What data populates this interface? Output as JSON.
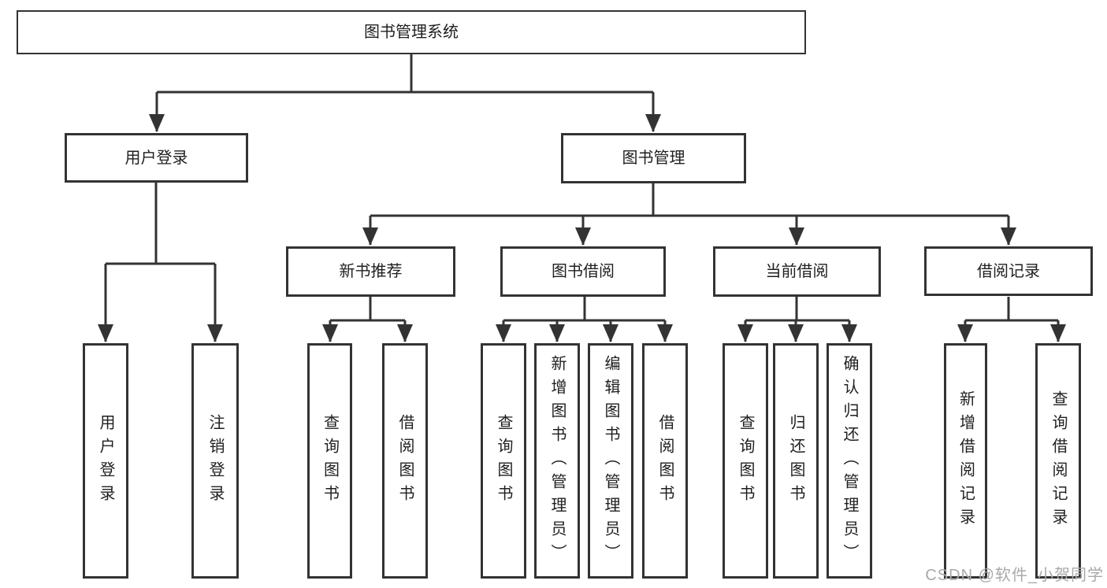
{
  "diagram_title": "图书管理系统",
  "nodes": {
    "root": {
      "label": "图书管理系统"
    },
    "level2": [
      {
        "label": "用户登录"
      },
      {
        "label": "图书管理"
      }
    ],
    "level3": [
      {
        "label": "新书推荐",
        "parent": "图书管理"
      },
      {
        "label": "图书借阅",
        "parent": "图书管理"
      },
      {
        "label": "当前借阅",
        "parent": "图书管理"
      },
      {
        "label": "借阅记录",
        "parent": "图书管理"
      }
    ],
    "leaves": [
      {
        "label": "用户登录",
        "parent": "用户登录"
      },
      {
        "label": "注销登录",
        "parent": "用户登录"
      },
      {
        "label": "查询图书",
        "parent": "新书推荐"
      },
      {
        "label": "借阅图书",
        "parent": "新书推荐"
      },
      {
        "label": "查询图书",
        "parent": "图书借阅"
      },
      {
        "label": "新增图书（管理员）",
        "parent": "图书借阅"
      },
      {
        "label": "编辑图书（管理员）",
        "parent": "图书借阅"
      },
      {
        "label": "借阅图书",
        "parent": "图书借阅"
      },
      {
        "label": "查询图书",
        "parent": "当前借阅"
      },
      {
        "label": "归还图书",
        "parent": "当前借阅"
      },
      {
        "label": "确认归还（管理员）",
        "parent": "当前借阅"
      },
      {
        "label": "新增借阅记录",
        "parent": "借阅记录"
      },
      {
        "label": "查询借阅记录",
        "parent": "借阅记录"
      }
    ]
  },
  "watermark": {
    "text": "CSDN @软件_小贺同学"
  },
  "colors": {
    "line": "#333333",
    "text": "#1f1f1f",
    "background": "#ffffff",
    "watermark": "#a9a9a9"
  }
}
